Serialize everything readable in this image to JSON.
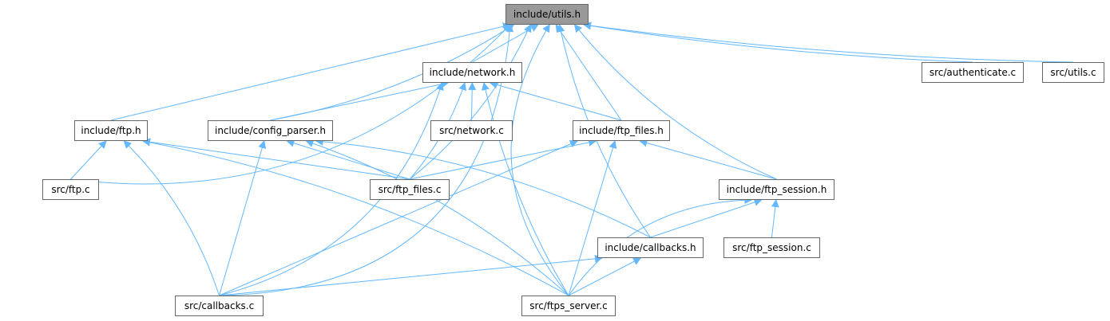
{
  "graph": {
    "nodes": {
      "utils_h": "include/utils.h",
      "network_h": "include/network.h",
      "authenticate_c": "src/authenticate.c",
      "utils_c": "src/utils.c",
      "ftp_h": "include/ftp.h",
      "config_parser_h": "include/config_parser.h",
      "network_c": "src/network.c",
      "ftp_files_h": "include/ftp_files.h",
      "ftp_c": "src/ftp.c",
      "ftp_files_c": "src/ftp_files.c",
      "ftp_session_h": "include/ftp_session.h",
      "callbacks_h": "include/callbacks.h",
      "ftp_session_c": "src/ftp_session.c",
      "callbacks_c": "src/callbacks.c",
      "ftps_server_c": "src/ftps_server.c"
    },
    "edges": [
      [
        "network_h",
        "utils_h"
      ],
      [
        "authenticate_c",
        "utils_h"
      ],
      [
        "utils_c",
        "utils_h"
      ],
      [
        "ftp_h",
        "utils_h"
      ],
      [
        "config_parser_h",
        "utils_h"
      ],
      [
        "ftp_files_h",
        "utils_h"
      ],
      [
        "ftp_c",
        "utils_h"
      ],
      [
        "ftp_files_c",
        "utils_h"
      ],
      [
        "ftp_session_h",
        "utils_h"
      ],
      [
        "callbacks_h",
        "utils_h"
      ],
      [
        "callbacks_c",
        "utils_h"
      ],
      [
        "ftps_server_c",
        "utils_h"
      ],
      [
        "config_parser_h",
        "network_h"
      ],
      [
        "network_c",
        "network_h"
      ],
      [
        "ftp_files_h",
        "network_h"
      ],
      [
        "ftp_files_c",
        "network_h"
      ],
      [
        "callbacks_c",
        "network_h"
      ],
      [
        "ftps_server_c",
        "network_h"
      ],
      [
        "ftp_c",
        "ftp_h"
      ],
      [
        "ftp_files_c",
        "ftp_h"
      ],
      [
        "callbacks_c",
        "ftp_h"
      ],
      [
        "ftps_server_c",
        "ftp_h"
      ],
      [
        "ftp_files_c",
        "config_parser_h"
      ],
      [
        "callbacks_h",
        "config_parser_h"
      ],
      [
        "callbacks_c",
        "config_parser_h"
      ],
      [
        "ftps_server_c",
        "config_parser_h"
      ],
      [
        "ftp_files_c",
        "ftp_files_h"
      ],
      [
        "ftp_session_h",
        "ftp_files_h"
      ],
      [
        "callbacks_c",
        "ftp_files_h"
      ],
      [
        "ftps_server_c",
        "ftp_files_h"
      ],
      [
        "callbacks_h",
        "ftp_session_h"
      ],
      [
        "ftp_session_c",
        "ftp_session_h"
      ],
      [
        "ftps_server_c",
        "ftp_session_h"
      ],
      [
        "callbacks_c",
        "callbacks_h"
      ],
      [
        "ftps_server_c",
        "callbacks_h"
      ]
    ],
    "colors": {
      "edge": "#63b8ff",
      "node_border": "#666666",
      "root_fill": "#999999"
    }
  }
}
